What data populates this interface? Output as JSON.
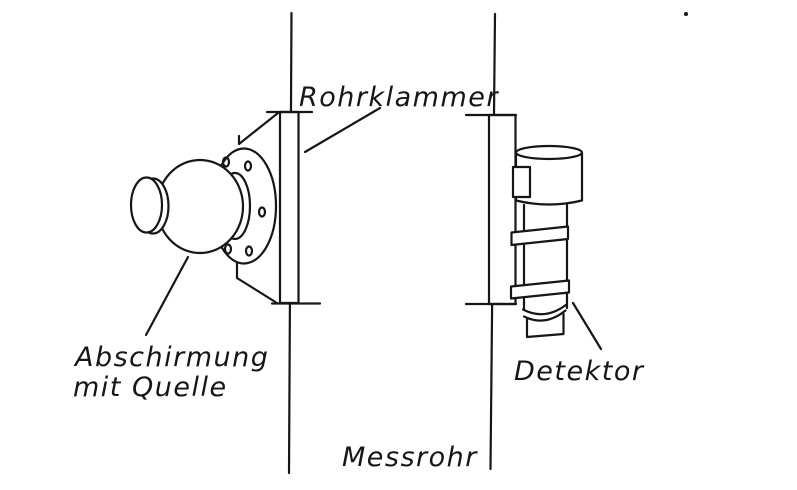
{
  "diagram": {
    "labels": {
      "rohrklammer": "Rohrklammer",
      "abschirmung_line1": "Abschirmung",
      "abschirmung_line2": "mit Quelle",
      "detektor": "Detektor",
      "messrohr": "Messrohr"
    },
    "colors": {
      "ink": "#161616",
      "background": "#ffffff"
    }
  }
}
